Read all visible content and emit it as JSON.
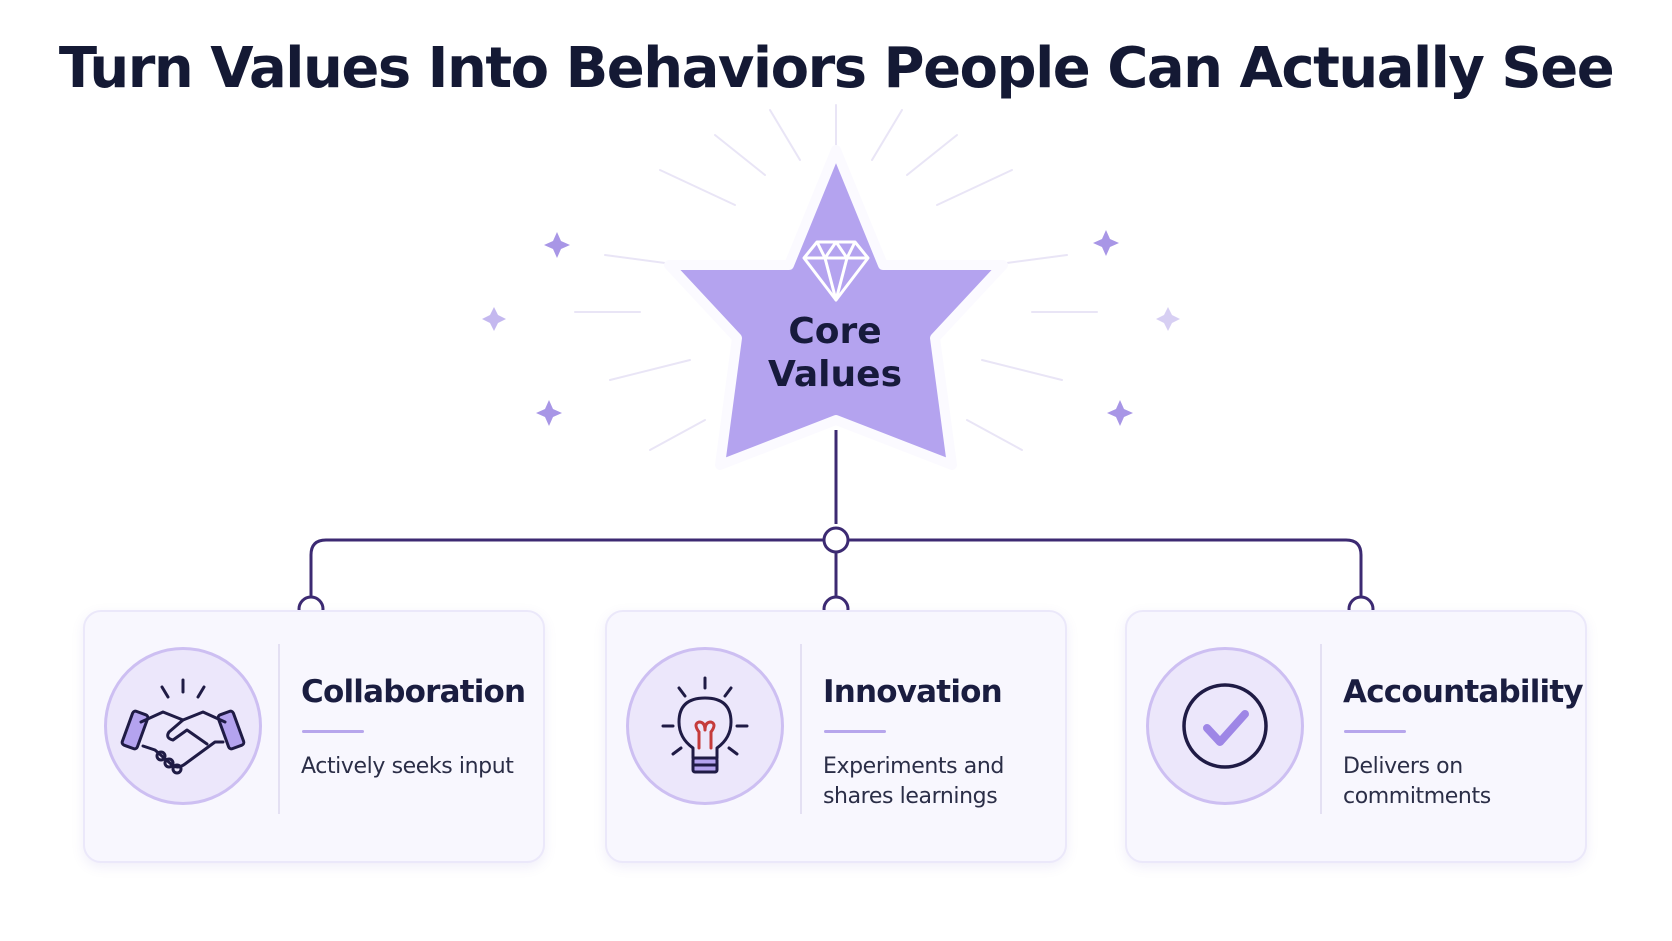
{
  "title": "Turn Values Into Behaviors People Can Actually See",
  "center": {
    "line1": "Core",
    "line2": "Values",
    "icon": "diamond-icon"
  },
  "behaviors": [
    {
      "title": "Collaboration",
      "description": "Actively seeks input",
      "icon": "handshake-icon"
    },
    {
      "title": "Innovation",
      "description": "Experiments and shares learnings",
      "icon": "lightbulb-icon"
    },
    {
      "title": "Accountability",
      "description": "Delivers on commitments",
      "icon": "check-circle-icon"
    }
  ],
  "colors": {
    "star_fill": "#b4a3ef",
    "connector": "#3c2a72",
    "card_background": "#f8f7fe",
    "icon_circle": "#ece7fb",
    "accent_rule": "#b7a6ec",
    "title_text": "#141934"
  }
}
